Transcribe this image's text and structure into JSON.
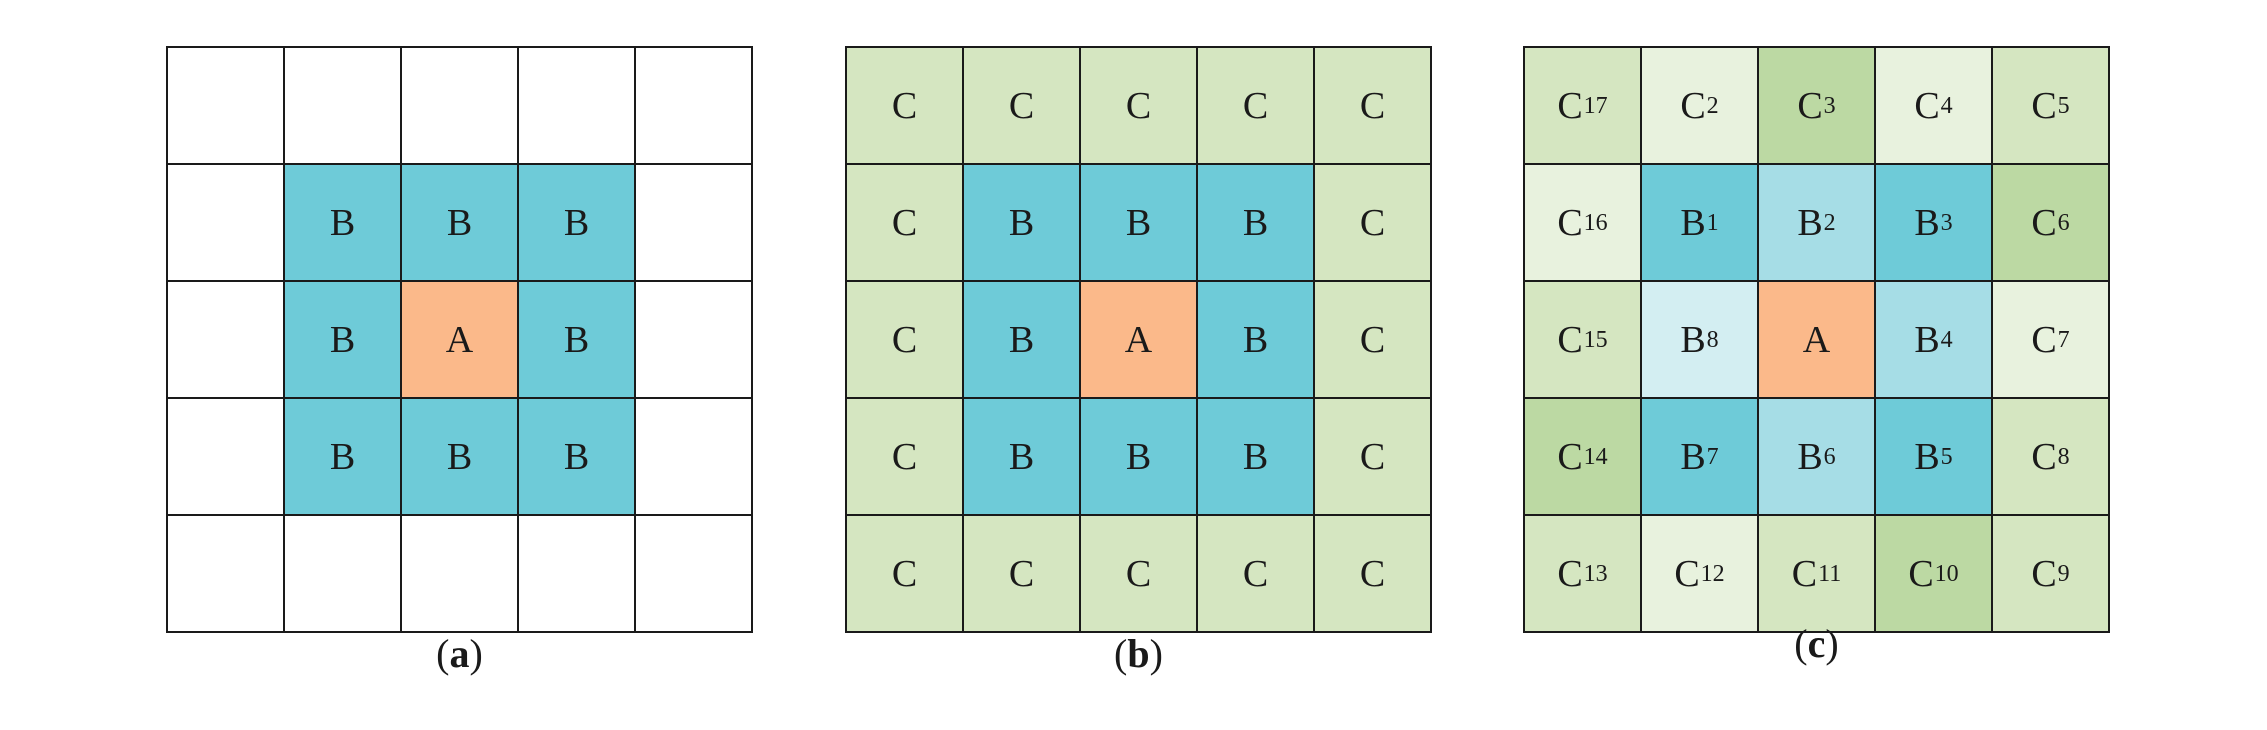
{
  "colors": {
    "white": "#ffffff",
    "center": "#fbb98a",
    "inner": "#6ecbd8",
    "inner_light": "#a6dde6",
    "inner_pale": "#d3eef2",
    "outer": "#d5e6c1",
    "outer_mid": "#bcd9a3",
    "outer_pale": "#e8f2de"
  },
  "panels": [
    {
      "id": "a",
      "caption_label": "a",
      "cells": [
        {
          "t": "",
          "s": "",
          "c": "white"
        },
        {
          "t": "",
          "s": "",
          "c": "white"
        },
        {
          "t": "",
          "s": "",
          "c": "white"
        },
        {
          "t": "",
          "s": "",
          "c": "white"
        },
        {
          "t": "",
          "s": "",
          "c": "white"
        },
        {
          "t": "",
          "s": "",
          "c": "white"
        },
        {
          "t": "B",
          "s": "",
          "c": "inner"
        },
        {
          "t": "B",
          "s": "",
          "c": "inner"
        },
        {
          "t": "B",
          "s": "",
          "c": "inner"
        },
        {
          "t": "",
          "s": "",
          "c": "white"
        },
        {
          "t": "",
          "s": "",
          "c": "white"
        },
        {
          "t": "B",
          "s": "",
          "c": "inner"
        },
        {
          "t": "A",
          "s": "",
          "c": "center"
        },
        {
          "t": "B",
          "s": "",
          "c": "inner"
        },
        {
          "t": "",
          "s": "",
          "c": "white"
        },
        {
          "t": "",
          "s": "",
          "c": "white"
        },
        {
          "t": "B",
          "s": "",
          "c": "inner"
        },
        {
          "t": "B",
          "s": "",
          "c": "inner"
        },
        {
          "t": "B",
          "s": "",
          "c": "inner"
        },
        {
          "t": "",
          "s": "",
          "c": "white"
        },
        {
          "t": "",
          "s": "",
          "c": "white"
        },
        {
          "t": "",
          "s": "",
          "c": "white"
        },
        {
          "t": "",
          "s": "",
          "c": "white"
        },
        {
          "t": "",
          "s": "",
          "c": "white"
        },
        {
          "t": "",
          "s": "",
          "c": "white"
        }
      ]
    },
    {
      "id": "b",
      "caption_label": "b",
      "cells": [
        {
          "t": "C",
          "s": "",
          "c": "outer"
        },
        {
          "t": "C",
          "s": "",
          "c": "outer"
        },
        {
          "t": "C",
          "s": "",
          "c": "outer"
        },
        {
          "t": "C",
          "s": "",
          "c": "outer"
        },
        {
          "t": "C",
          "s": "",
          "c": "outer"
        },
        {
          "t": "C",
          "s": "",
          "c": "outer"
        },
        {
          "t": "B",
          "s": "",
          "c": "inner"
        },
        {
          "t": "B",
          "s": "",
          "c": "inner"
        },
        {
          "t": "B",
          "s": "",
          "c": "inner"
        },
        {
          "t": "C",
          "s": "",
          "c": "outer"
        },
        {
          "t": "C",
          "s": "",
          "c": "outer"
        },
        {
          "t": "B",
          "s": "",
          "c": "inner"
        },
        {
          "t": "A",
          "s": "",
          "c": "center"
        },
        {
          "t": "B",
          "s": "",
          "c": "inner"
        },
        {
          "t": "C",
          "s": "",
          "c": "outer"
        },
        {
          "t": "C",
          "s": "",
          "c": "outer"
        },
        {
          "t": "B",
          "s": "",
          "c": "inner"
        },
        {
          "t": "B",
          "s": "",
          "c": "inner"
        },
        {
          "t": "B",
          "s": "",
          "c": "inner"
        },
        {
          "t": "C",
          "s": "",
          "c": "outer"
        },
        {
          "t": "C",
          "s": "",
          "c": "outer"
        },
        {
          "t": "C",
          "s": "",
          "c": "outer"
        },
        {
          "t": "C",
          "s": "",
          "c": "outer"
        },
        {
          "t": "C",
          "s": "",
          "c": "outer"
        },
        {
          "t": "C",
          "s": "",
          "c": "outer"
        }
      ]
    },
    {
      "id": "c",
      "caption_label": "c",
      "cells": [
        {
          "t": "C",
          "s": "17",
          "c": "outer"
        },
        {
          "t": "C",
          "s": "2",
          "c": "outer_pale"
        },
        {
          "t": "C",
          "s": "3",
          "c": "outer_mid"
        },
        {
          "t": "C",
          "s": "4",
          "c": "outer_pale"
        },
        {
          "t": "C",
          "s": "5",
          "c": "outer"
        },
        {
          "t": "C",
          "s": "16",
          "c": "outer_pale"
        },
        {
          "t": "B",
          "s": "1",
          "c": "inner"
        },
        {
          "t": "B",
          "s": "2",
          "c": "inner_light"
        },
        {
          "t": "B",
          "s": "3",
          "c": "inner"
        },
        {
          "t": "C",
          "s": "6",
          "c": "outer_mid"
        },
        {
          "t": "C",
          "s": "15",
          "c": "outer"
        },
        {
          "t": "B",
          "s": "8",
          "c": "inner_pale"
        },
        {
          "t": "A",
          "s": "",
          "c": "center"
        },
        {
          "t": "B",
          "s": "4",
          "c": "inner_light"
        },
        {
          "t": "C",
          "s": "7",
          "c": "outer_pale"
        },
        {
          "t": "C",
          "s": "14",
          "c": "outer_mid"
        },
        {
          "t": "B",
          "s": "7",
          "c": "inner"
        },
        {
          "t": "B",
          "s": "6",
          "c": "inner_light"
        },
        {
          "t": "B",
          "s": "5",
          "c": "inner"
        },
        {
          "t": "C",
          "s": "8",
          "c": "outer"
        },
        {
          "t": "C",
          "s": "13",
          "c": "outer"
        },
        {
          "t": "C",
          "s": "12",
          "c": "outer_pale"
        },
        {
          "t": "C",
          "s": "11",
          "c": "outer"
        },
        {
          "t": "C",
          "s": "10",
          "c": "outer_mid"
        },
        {
          "t": "C",
          "s": "9",
          "c": "outer"
        }
      ]
    }
  ]
}
